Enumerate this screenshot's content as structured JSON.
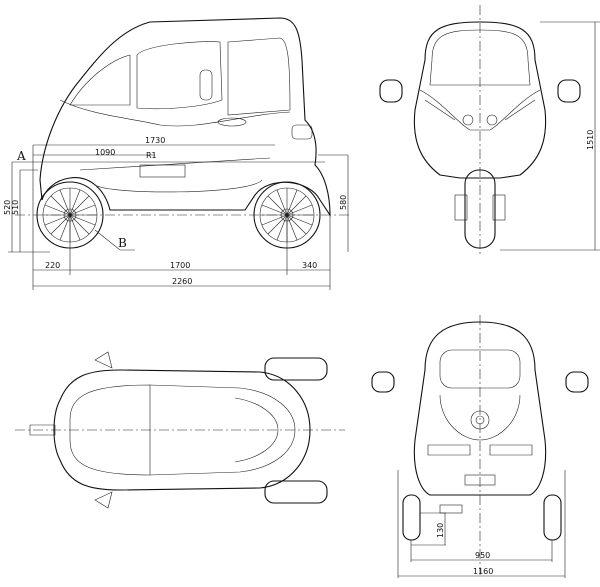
{
  "side_view": {
    "labels": {
      "A": "A",
      "B": "B",
      "R": "R1"
    },
    "dimensions": {
      "length_upper": "1730",
      "length_inner": "1090",
      "height_a": "520",
      "height_b": "510",
      "rear_height": "580",
      "front_overhang": "220",
      "wheelbase": "1700",
      "rear_overhang": "340",
      "overall_length": "2260"
    }
  },
  "front_view": {
    "dimensions": {
      "overall_height": "1510"
    }
  },
  "rear_view": {
    "dimensions": {
      "ground_clearance": "130",
      "track": "950",
      "overall_width": "1160"
    }
  }
}
